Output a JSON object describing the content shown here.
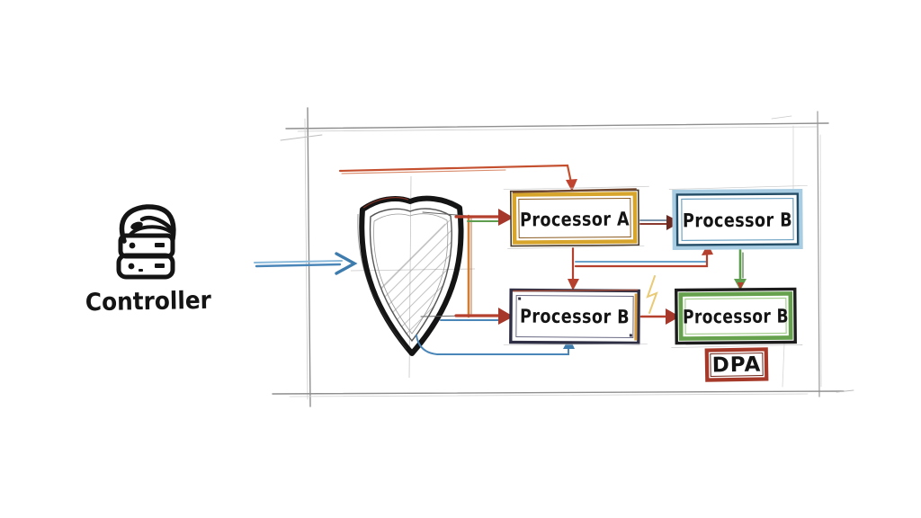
{
  "diagram": {
    "controller": {
      "label": "Controller",
      "icon": "database-server-icon"
    },
    "security_gateway": {
      "icon": "shield-icon"
    },
    "processors": {
      "processor_a": {
        "label": "Processor A",
        "accent_color": "#d7a52c"
      },
      "processor_b_top": {
        "label": "Processor B",
        "accent_color": "#4d87ad"
      },
      "processor_b_mid": {
        "label": "Processor B",
        "accent_color": "#2e2e44"
      },
      "processor_b_right": {
        "label": "Processor B",
        "accent_color": "#66a24d"
      }
    },
    "dpa": {
      "label": "DPA",
      "accent_color": "#a63a2a"
    },
    "colors": {
      "arrow_red": "#b5402e",
      "arrow_red_dark": "#8f2f20",
      "arrow_blue": "#4b86b8",
      "arrow_blue_light": "#8ab9da",
      "arrow_green": "#5e9c4e",
      "bus_orange": "#cf7f35",
      "frame_gray": "#8f8f8f",
      "ink_black": "#141414"
    }
  }
}
